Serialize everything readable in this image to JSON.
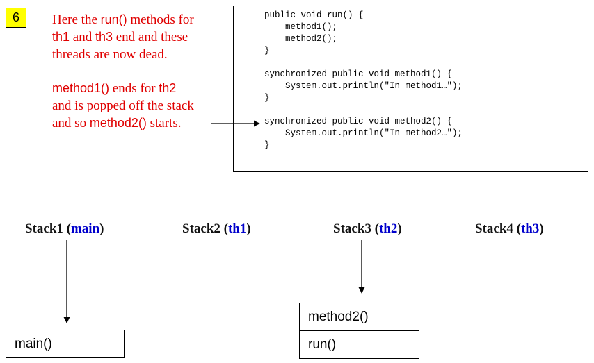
{
  "slide_number": "6",
  "note1": {
    "line1_a": "Here the ",
    "line1_b": "run()",
    "line1_c": " methods for",
    "line2_a": "th1",
    "line2_b": " and ",
    "line2_c": "th3",
    "line2_d": " end and these",
    "line3": "threads are now dead."
  },
  "note2": {
    "line1_a": "method1()",
    "line1_b": " ends for ",
    "line1_c": "th2",
    "line2": "and is popped off the stack",
    "line3_a": "and so ",
    "line3_b": "method2()",
    "line3_c": " starts."
  },
  "code": {
    "run_block": "public void run() {\n    method1();\n    method2();\n}",
    "method1_block": "synchronized public void method1() {\n    System.out.println(\"In method1…\");\n}",
    "method2_block": "synchronized public void method2() {\n    System.out.println(\"In method2…\");\n}"
  },
  "stacks": [
    {
      "prefix": "Stack1 (",
      "thread": "main",
      "suffix": ")"
    },
    {
      "prefix": "Stack2 (",
      "thread": "th1",
      "suffix": ")"
    },
    {
      "prefix": "Stack3 (",
      "thread": "th2",
      "suffix": ")"
    },
    {
      "prefix": "Stack4 (",
      "thread": "th3",
      "suffix": ")"
    }
  ],
  "frames": {
    "stack1": [
      "main()"
    ],
    "stack3_top": "method2()",
    "stack3_bottom": "run()"
  },
  "colors": {
    "note_text": "#e00000",
    "thread_name": "#0000cc",
    "badge_bg": "#ffff00"
  }
}
